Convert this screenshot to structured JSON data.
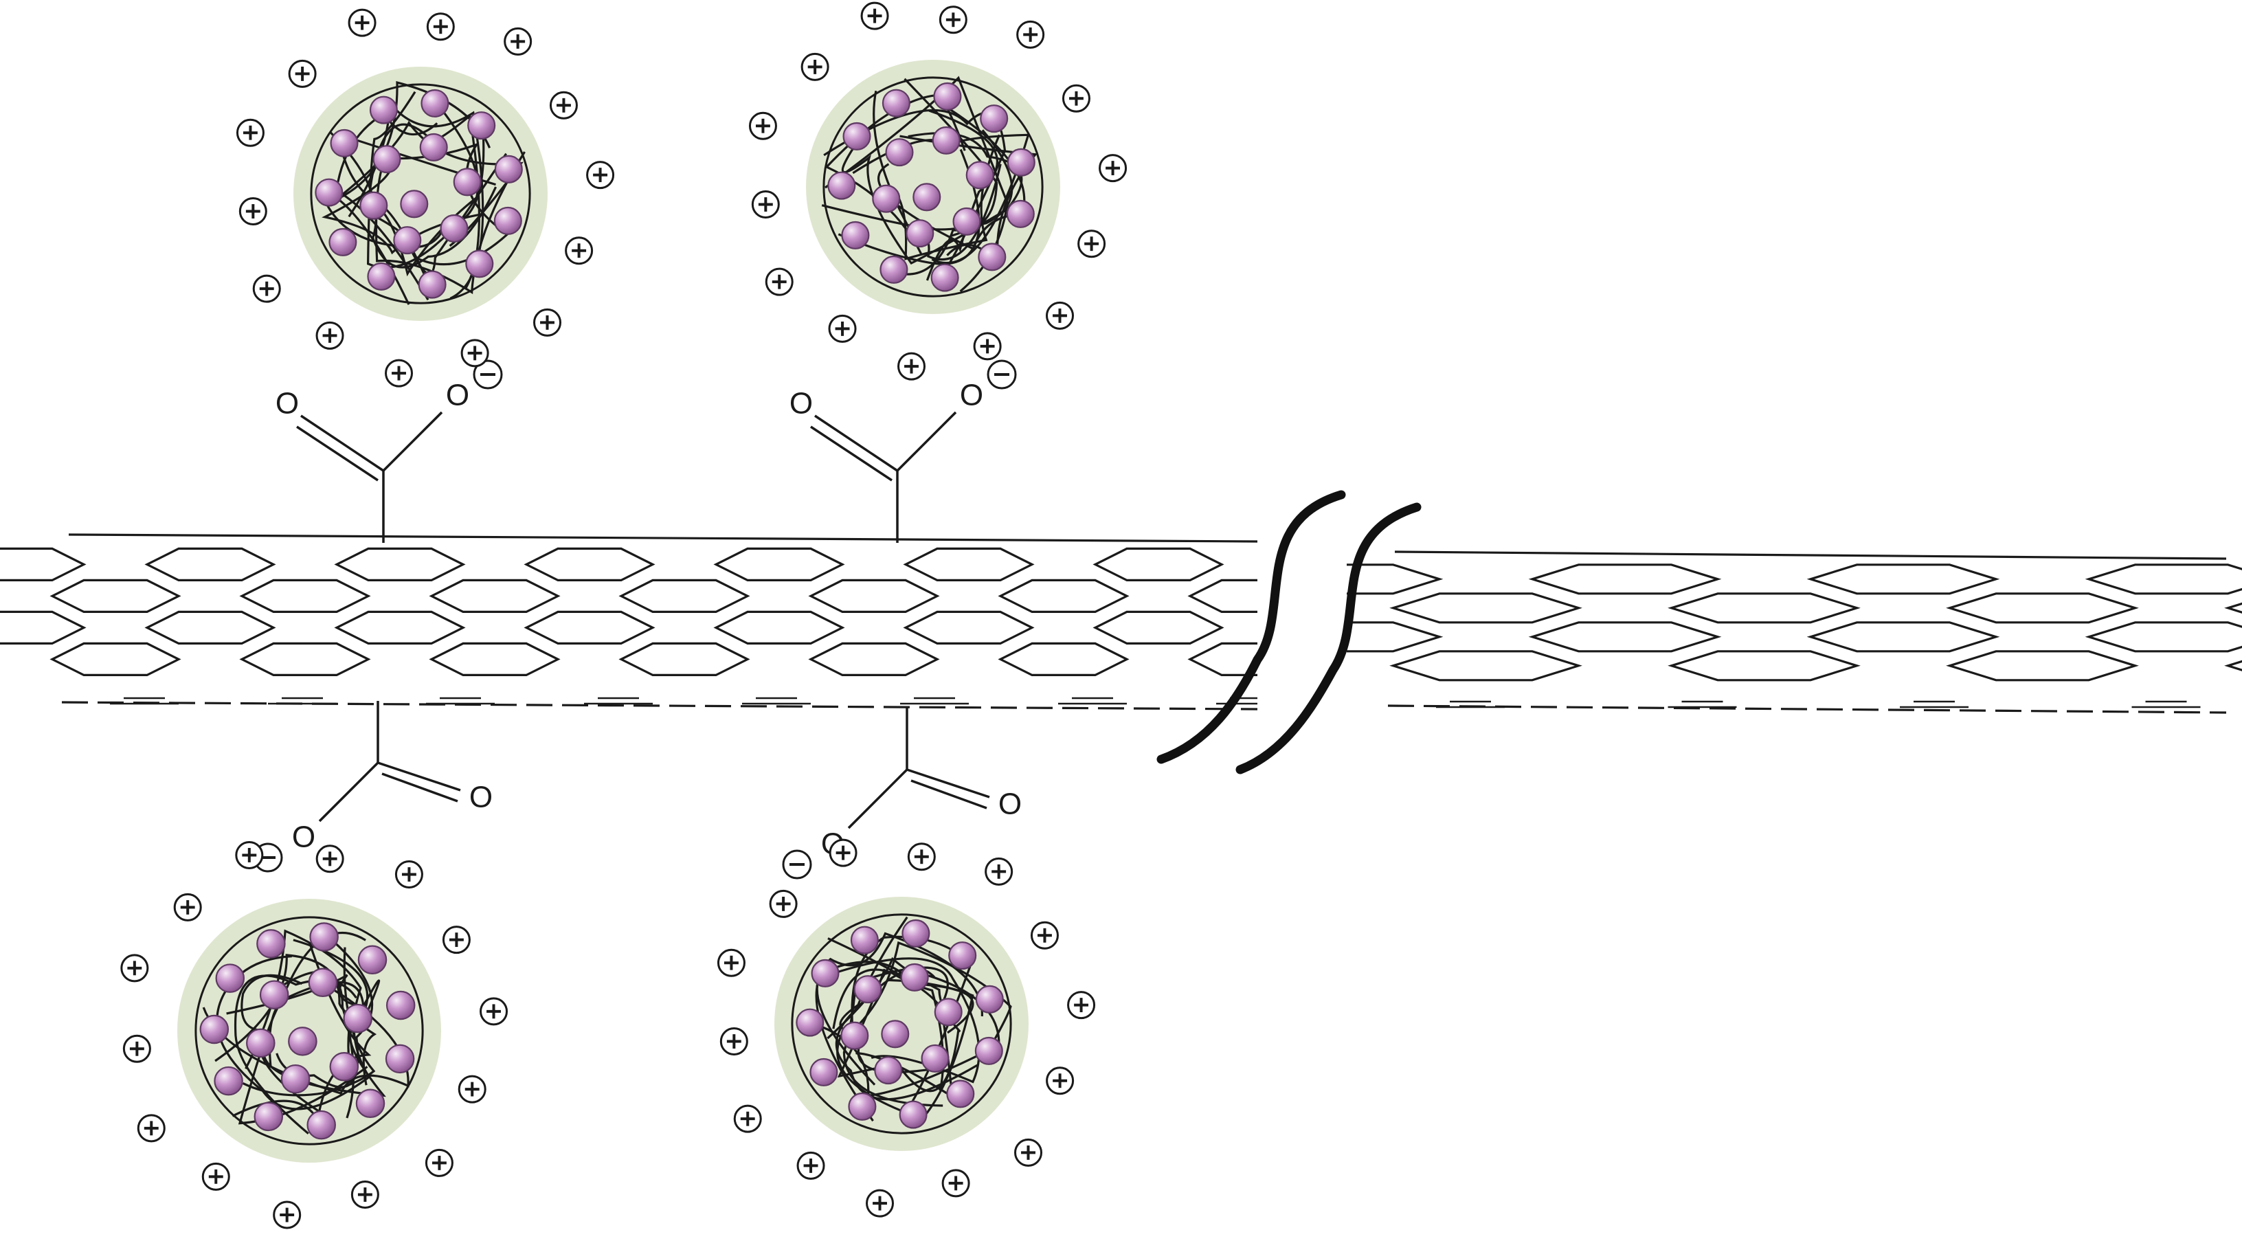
{
  "labels": {
    "oxygen": "O",
    "plus": "+",
    "minus": "−"
  },
  "colors": {
    "line": "#1a1a1a",
    "particle_fill": "#dfe6cf",
    "bead_fill": "#b07bb5",
    "bead_highlight": "#f4e8f5",
    "bead_stroke": "#5e3a63",
    "background": "#ffffff"
  },
  "particles": [
    {
      "id": "top-left",
      "charge": "positive"
    },
    {
      "id": "top-right",
      "charge": "positive"
    },
    {
      "id": "bottom-left",
      "charge": "positive"
    },
    {
      "id": "bottom-right",
      "charge": "positive"
    }
  ],
  "carboxylate_groups": [
    {
      "id": "top-left",
      "side": "top"
    },
    {
      "id": "top-right",
      "side": "top"
    },
    {
      "id": "bottom-left",
      "side": "bottom"
    },
    {
      "id": "bottom-right",
      "side": "bottom"
    }
  ],
  "icons": {
    "break": "break-mark-icon"
  }
}
